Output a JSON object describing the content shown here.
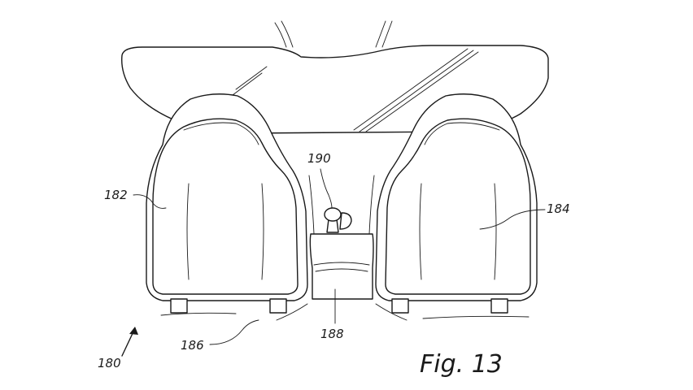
{
  "figure": {
    "caption": "Fig. 13",
    "reference_numerals": {
      "assembly": "180",
      "left_seat": "182",
      "right_seat": "184",
      "floor": "186",
      "console": "188",
      "shifter": "190"
    }
  }
}
